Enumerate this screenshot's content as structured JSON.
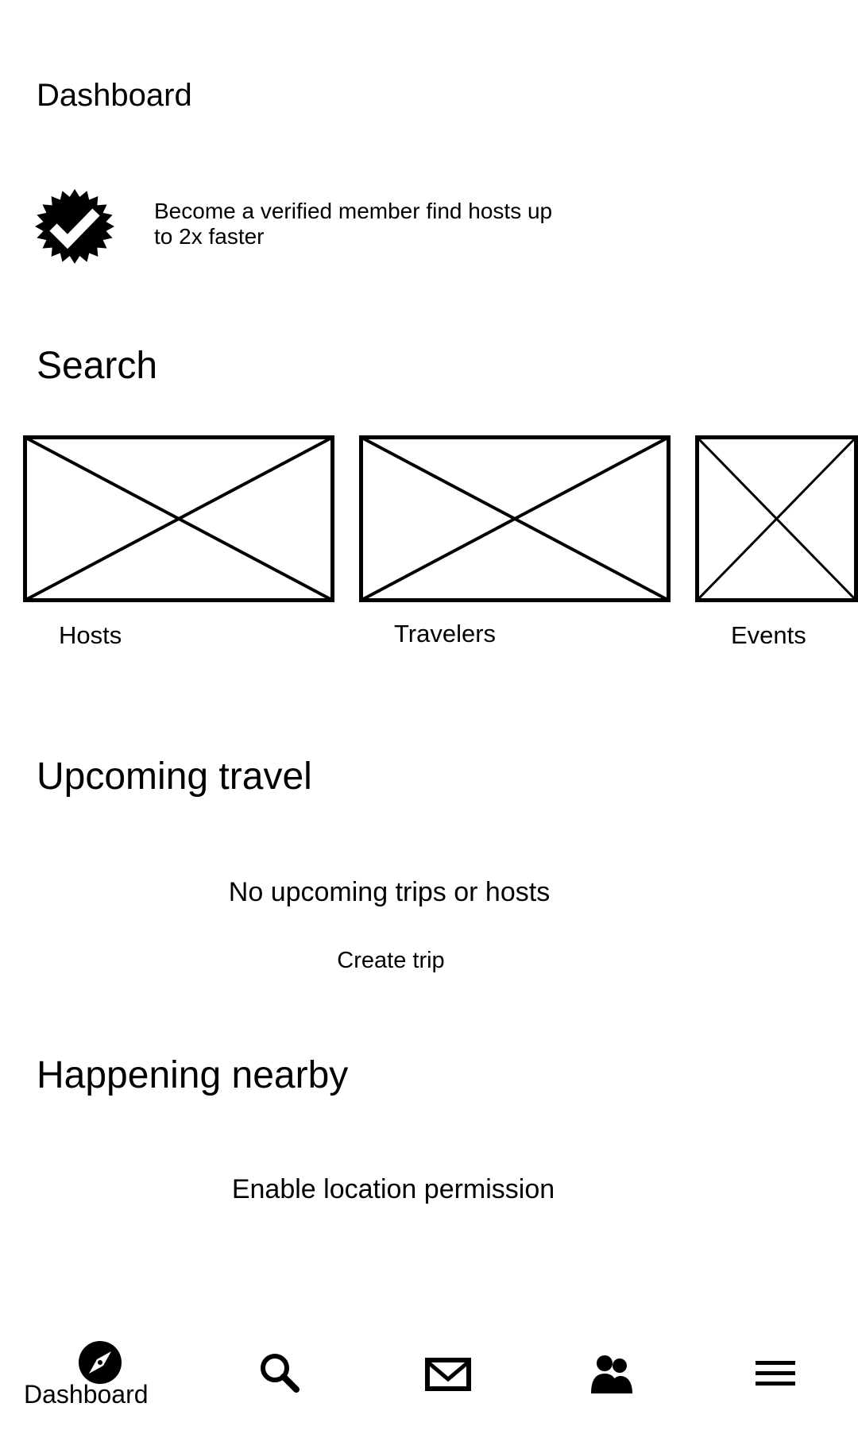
{
  "header": {
    "title": "Dashboard"
  },
  "verification": {
    "icon": "verified-badge-icon",
    "line1": "Become a verified member find hosts up",
    "line2": "to 2x faster"
  },
  "search": {
    "title": "Search",
    "cards": [
      {
        "label": "Hosts",
        "image": "image-placeholder-icon"
      },
      {
        "label": "Travelers",
        "image": "image-placeholder-icon"
      },
      {
        "label": "Events",
        "image": "image-placeholder-icon"
      }
    ]
  },
  "upcoming_travel": {
    "title": "Upcoming travel",
    "empty_message": "No upcoming trips or hosts",
    "create_trip_label": "Create trip"
  },
  "happening_nearby": {
    "title": "Happening nearby",
    "location_label": "Enable location permission"
  },
  "bottom_nav": {
    "items": [
      {
        "label": "Dashboard",
        "icon": "compass-icon",
        "active": true
      },
      {
        "label": "",
        "icon": "search-icon"
      },
      {
        "label": "",
        "icon": "envelope-icon"
      },
      {
        "label": "",
        "icon": "people-icon"
      },
      {
        "label": "",
        "icon": "menu-icon"
      }
    ]
  },
  "colors": {
    "foreground": "#000000",
    "background": "#ffffff"
  }
}
